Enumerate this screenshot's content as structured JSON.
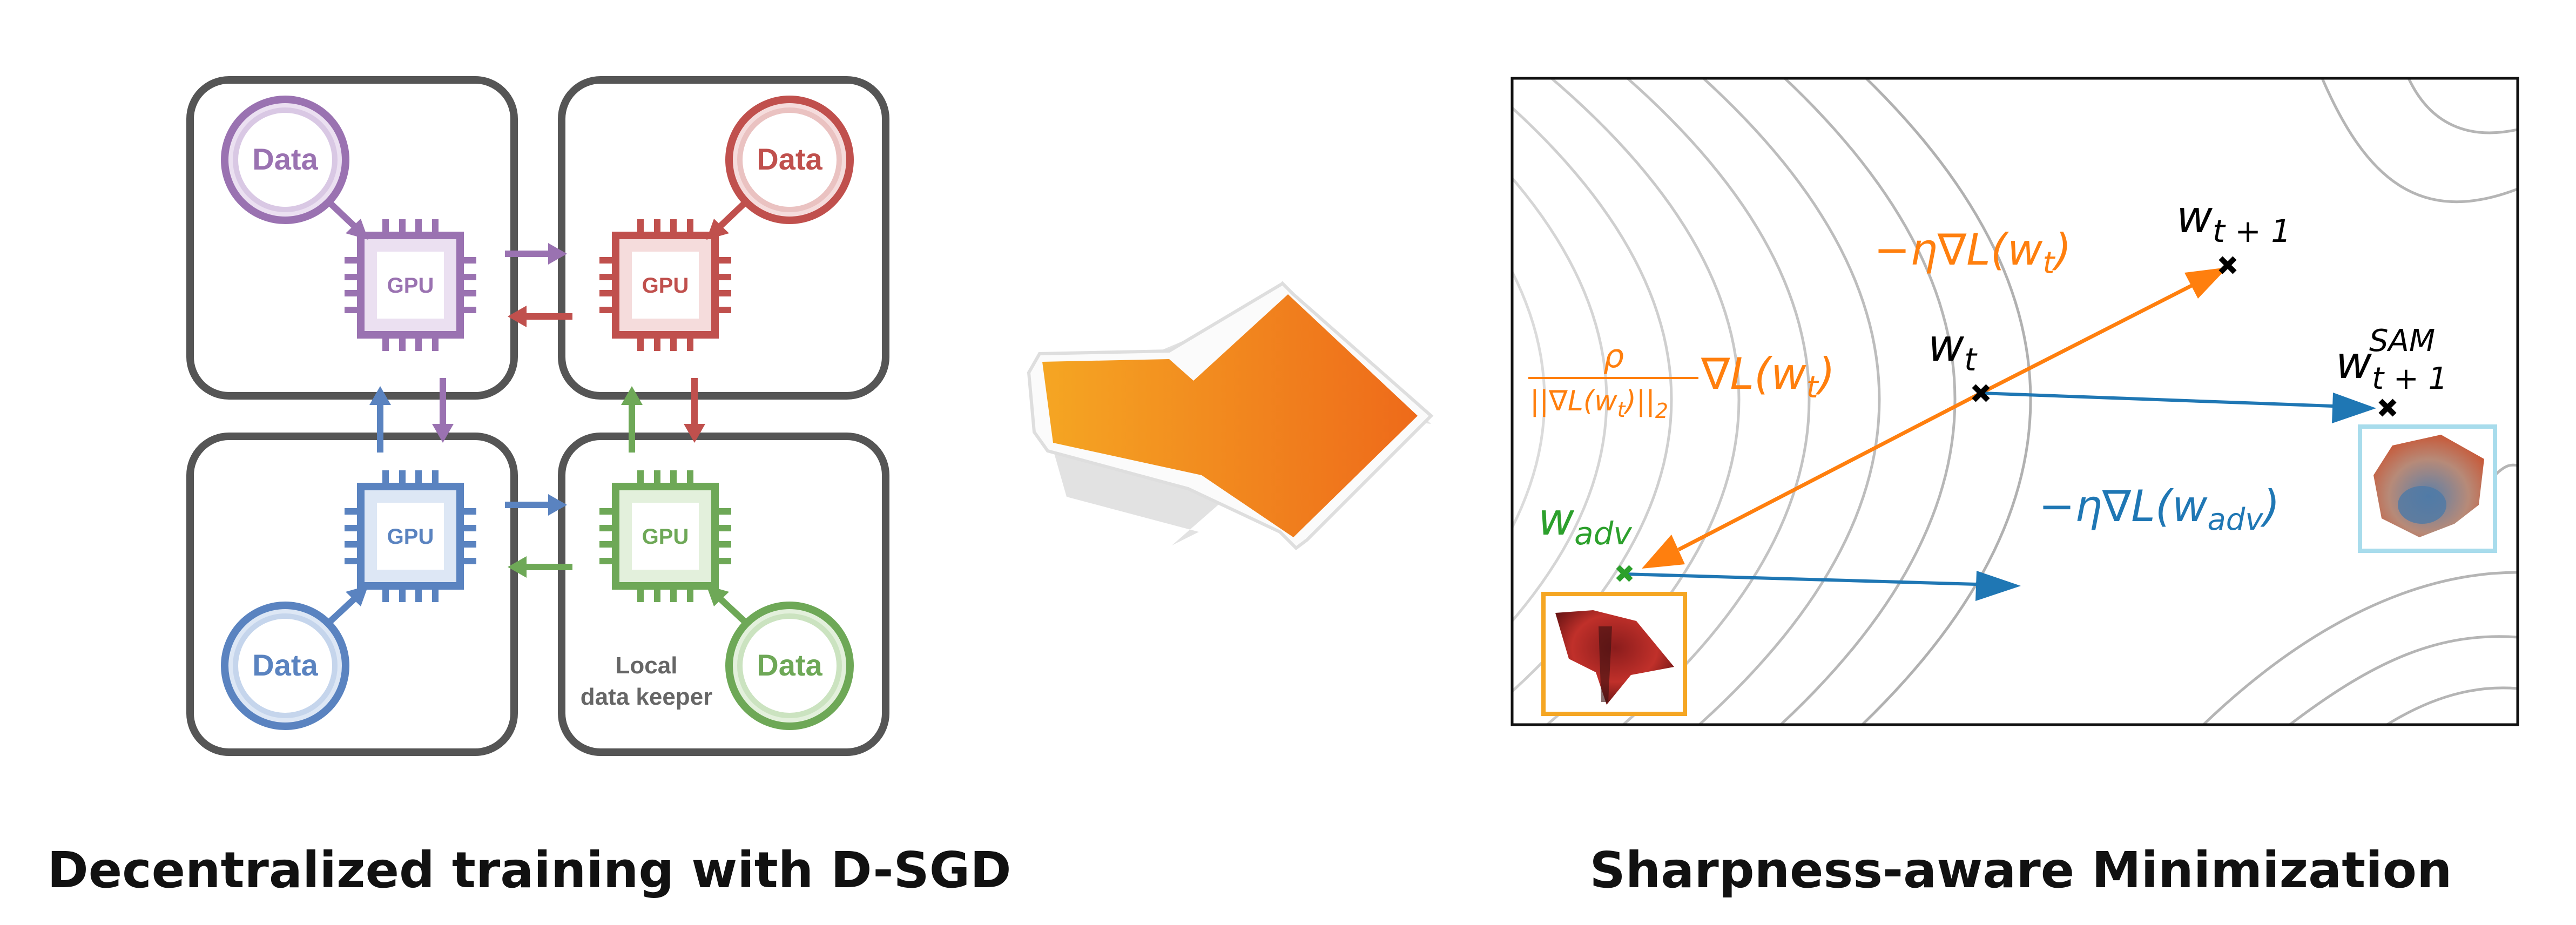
{
  "left_panel": {
    "caption": "Decentralized training with D-SGD",
    "gpu_label": "GPU",
    "data_label": "Data",
    "local_keeper_line1": "Local",
    "local_keeper_line2": "data keeper",
    "nodes": [
      {
        "position": "top-left",
        "color": "#9a72b1",
        "light": "#ebe0f1"
      },
      {
        "position": "top-right",
        "color": "#c0504d",
        "light": "#f5dcdc"
      },
      {
        "position": "bottom-left",
        "color": "#5a83c0",
        "light": "#dde7f5"
      },
      {
        "position": "bottom-right",
        "color": "#6ea857",
        "light": "#e3f0dc"
      }
    ]
  },
  "right_panel": {
    "caption": "Sharpness-aware Minimization",
    "labels": {
      "w_t1": "w",
      "w_t1_sub": "t + 1",
      "w_t": "w",
      "w_t_sub": "t",
      "w_sam": "w",
      "w_sam_sub": "t + 1",
      "w_sam_sup": "SAM",
      "w_adv": "w",
      "w_adv_sub": "adv",
      "grad_step": "−η∇L(w",
      "grad_step_sub": "t",
      "grad_step_end": ")",
      "adv_step": "−η∇L(w",
      "adv_step_sub": "adv",
      "adv_step_end": ")",
      "rho": "ρ",
      "norm_den": "||∇L(w",
      "norm_den_sub": "t",
      "norm_den_end": ")||",
      "norm_den_2": "2",
      "rho_grad": "∇L(w",
      "rho_grad_sub": "t",
      "rho_grad_end": ")"
    },
    "colors": {
      "orange": "#ff7f0e",
      "blue": "#1f77b4",
      "green": "#2ca02c",
      "orange_box": "#f5a623",
      "blue_box": "#a8dcec"
    }
  },
  "center_arrow": {
    "gradient_start": "#f5a623",
    "gradient_end": "#ee6a1a"
  }
}
